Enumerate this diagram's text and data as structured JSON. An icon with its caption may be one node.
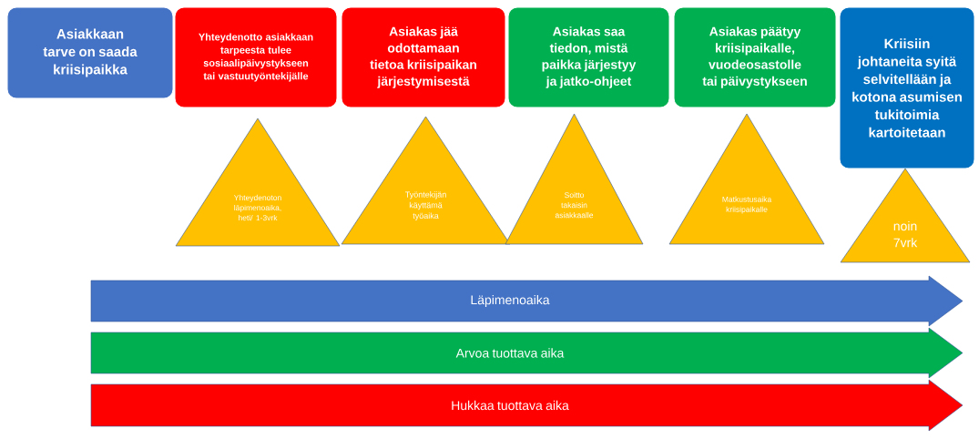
{
  "diagram": {
    "nodes": [
      {
        "text": [
          "Asiakkaan tarve on saada kriisipaikka"
        ]
      },
      {
        "text": [
          "Yhteydenotto asiakkaan tarpeesta tulee sosiaalipäivystykseen tai vastuutyöntekijälle"
        ]
      },
      {
        "text": [
          "Asiakas jää odottamaan tietoa kriisipaikan järjestymisestä"
        ]
      },
      {
        "text": [
          "Asiakas saa tiedon, mistä paikka järjestyy ja jatko-ohjeet"
        ]
      },
      {
        "text": [
          "Asiakas päätyy kriisipaikalle, vuodeosastolle tai päivystykseen"
        ]
      },
      {
        "text": [
          "Kriisiin johtaneita syitä selvitellään ja kotona asumisen tukitoimia kartoitetaan"
        ]
      },
      {
        "text": [
          "Yhteydenoton läpimenoaika, heti/ 1-3vrk"
        ]
      },
      {
        "text": [
          "Työntekijän käyttämä työaika"
        ]
      },
      {
        "text": [
          "Soitto takaisin asiakkaalle"
        ]
      },
      {
        "text": [
          "Matkustusaika kriisipaikalle"
        ]
      },
      {
        "text": [
          "noin 7vrk"
        ]
      },
      {
        "text": [
          "Läpimenoaika"
        ]
      },
      {
        "text": [
          "Arvoa tuottava aika"
        ]
      },
      {
        "text": [
          "Hukkaa tuottava aika"
        ]
      }
    ],
    "edges": []
  }
}
